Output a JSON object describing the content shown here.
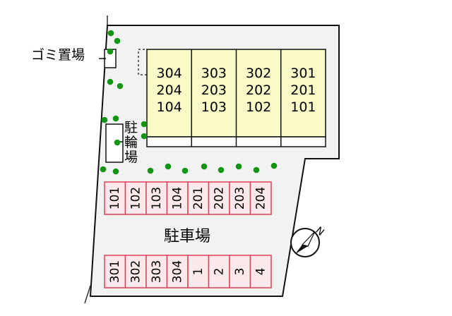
{
  "labels": {
    "garbage": "ゴミ置場",
    "bicycle": [
      "駐",
      "輪",
      "場"
    ],
    "parking": "駐車場",
    "north": "N"
  },
  "building": {
    "columns": [
      [
        "304",
        "204",
        "104"
      ],
      [
        "303",
        "203",
        "103"
      ],
      [
        "302",
        "202",
        "102"
      ],
      [
        "301",
        "201",
        "101"
      ]
    ]
  },
  "parking_top": [
    "101",
    "102",
    "103",
    "104",
    "201",
    "202",
    "203",
    "204"
  ],
  "parking_bottom": [
    "301",
    "302",
    "303",
    "304",
    "1",
    "2",
    "3",
    "4"
  ],
  "colors": {
    "lot": "#f2f2f2",
    "lot_border": "#111111",
    "building_fill": "#fafac8",
    "parking_border": "#e0405a",
    "parking_fill": "#fde8ec",
    "tree": "#129512"
  }
}
